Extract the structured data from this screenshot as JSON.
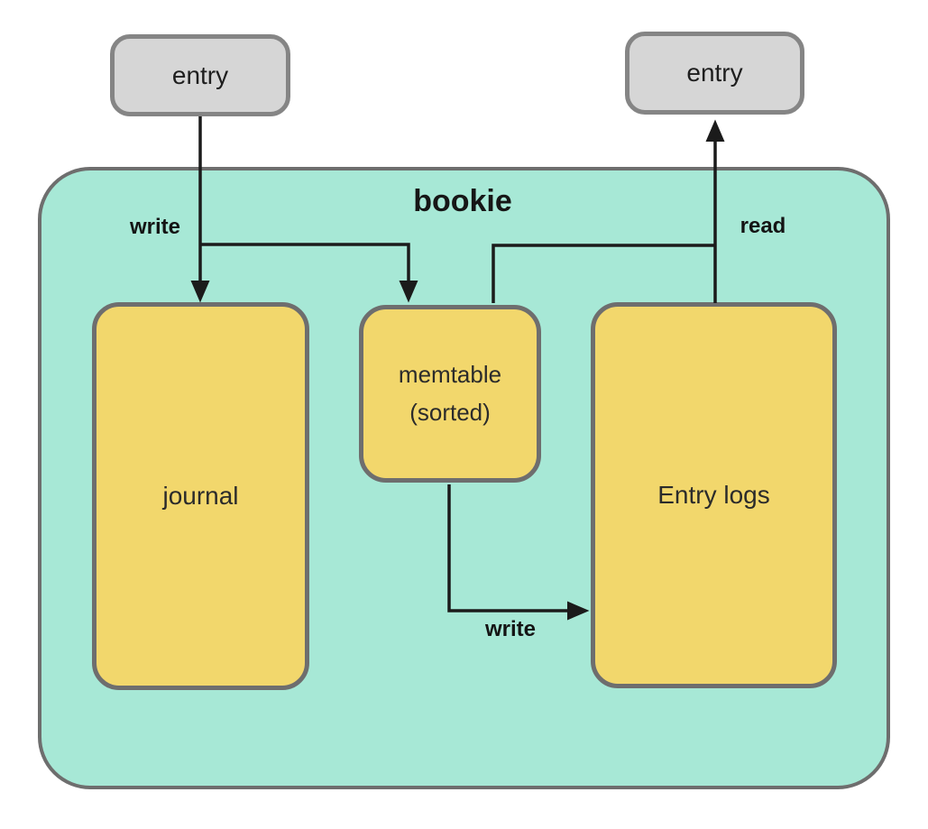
{
  "diagram": {
    "title": "bookie",
    "external_nodes": [
      {
        "id": "entry-left",
        "label": "entry"
      },
      {
        "id": "entry-right",
        "label": "entry"
      }
    ],
    "internal_nodes": [
      {
        "id": "journal",
        "label": "journal"
      },
      {
        "id": "memtable",
        "label": "memtable (sorted)",
        "line1": "memtable",
        "line2": "(sorted)"
      },
      {
        "id": "entry-logs",
        "label": "Entry logs"
      }
    ],
    "edges": [
      {
        "id": "write-in",
        "label": "write",
        "from": "entry-left",
        "to": "journal, memtable"
      },
      {
        "id": "read-out",
        "label": "read",
        "from": "memtable, entry-logs",
        "to": "entry-right"
      },
      {
        "id": "write-flush",
        "label": "write",
        "from": "memtable",
        "to": "entry-logs"
      }
    ],
    "colors": {
      "container_fill": "#a7e8d6",
      "node_fill": "#f2d76c",
      "external_node_fill": "#d6d6d6",
      "border": "#6e6e6e",
      "line": "#1b1b1b",
      "background": "#ffffff"
    }
  }
}
